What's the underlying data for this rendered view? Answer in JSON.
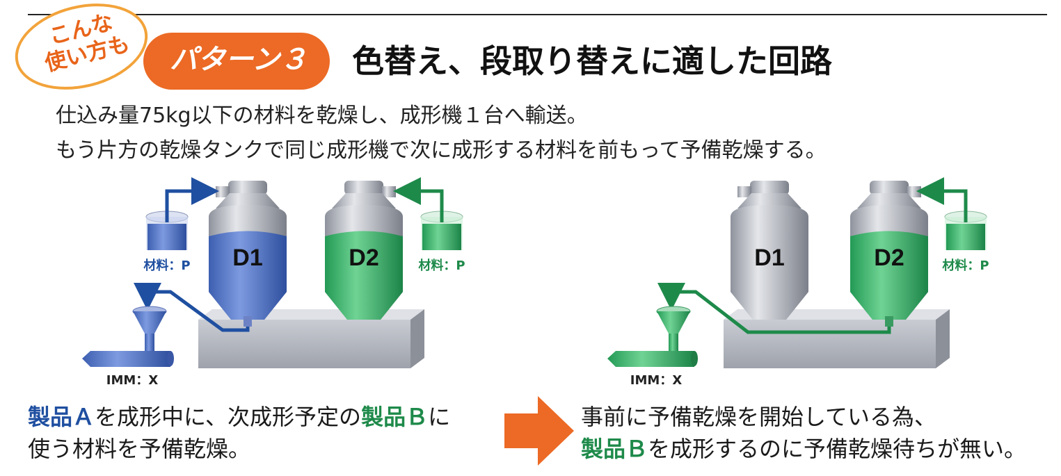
{
  "header": {
    "bubble_line1": "こんな",
    "bubble_line2": "使い方も",
    "pattern_label": "パターン３",
    "title": "色替え、段取り替えに適した回路"
  },
  "description": {
    "line1": "仕込み量75kg以下の材料を乾燥し、成形機１台へ輸送。",
    "line2": "もう片方の乾燥タンクで同じ成形機で次に成形する材料を前もって予備乾燥する。"
  },
  "diagram_left": {
    "dryer1_label": "D1",
    "dryer2_label": "D2",
    "material_left_label": "材料：P",
    "material_right_label": "材料：P",
    "imm_label": "IMM：X"
  },
  "diagram_right": {
    "dryer1_label": "D1",
    "dryer2_label": "D2",
    "material_right_label": "材料：P",
    "imm_label": "IMM：X"
  },
  "caption_left": {
    "product_a": "製品Ａ",
    "text1": "を成形中に、次成形予定の",
    "product_b": "製品Ｂ",
    "text2": "に",
    "line2": "使う材料を予備乾燥。"
  },
  "caption_right": {
    "line1": "事前に予備乾燥を開始している為、",
    "product_b": "製品Ｂ",
    "text2": "を成形するのに予備乾燥待ちが無い。"
  },
  "colors": {
    "orange": "#ec6a25",
    "bubble_border": "#f2a33a",
    "blue": "#1f4fa0",
    "green": "#1e8a4a"
  }
}
